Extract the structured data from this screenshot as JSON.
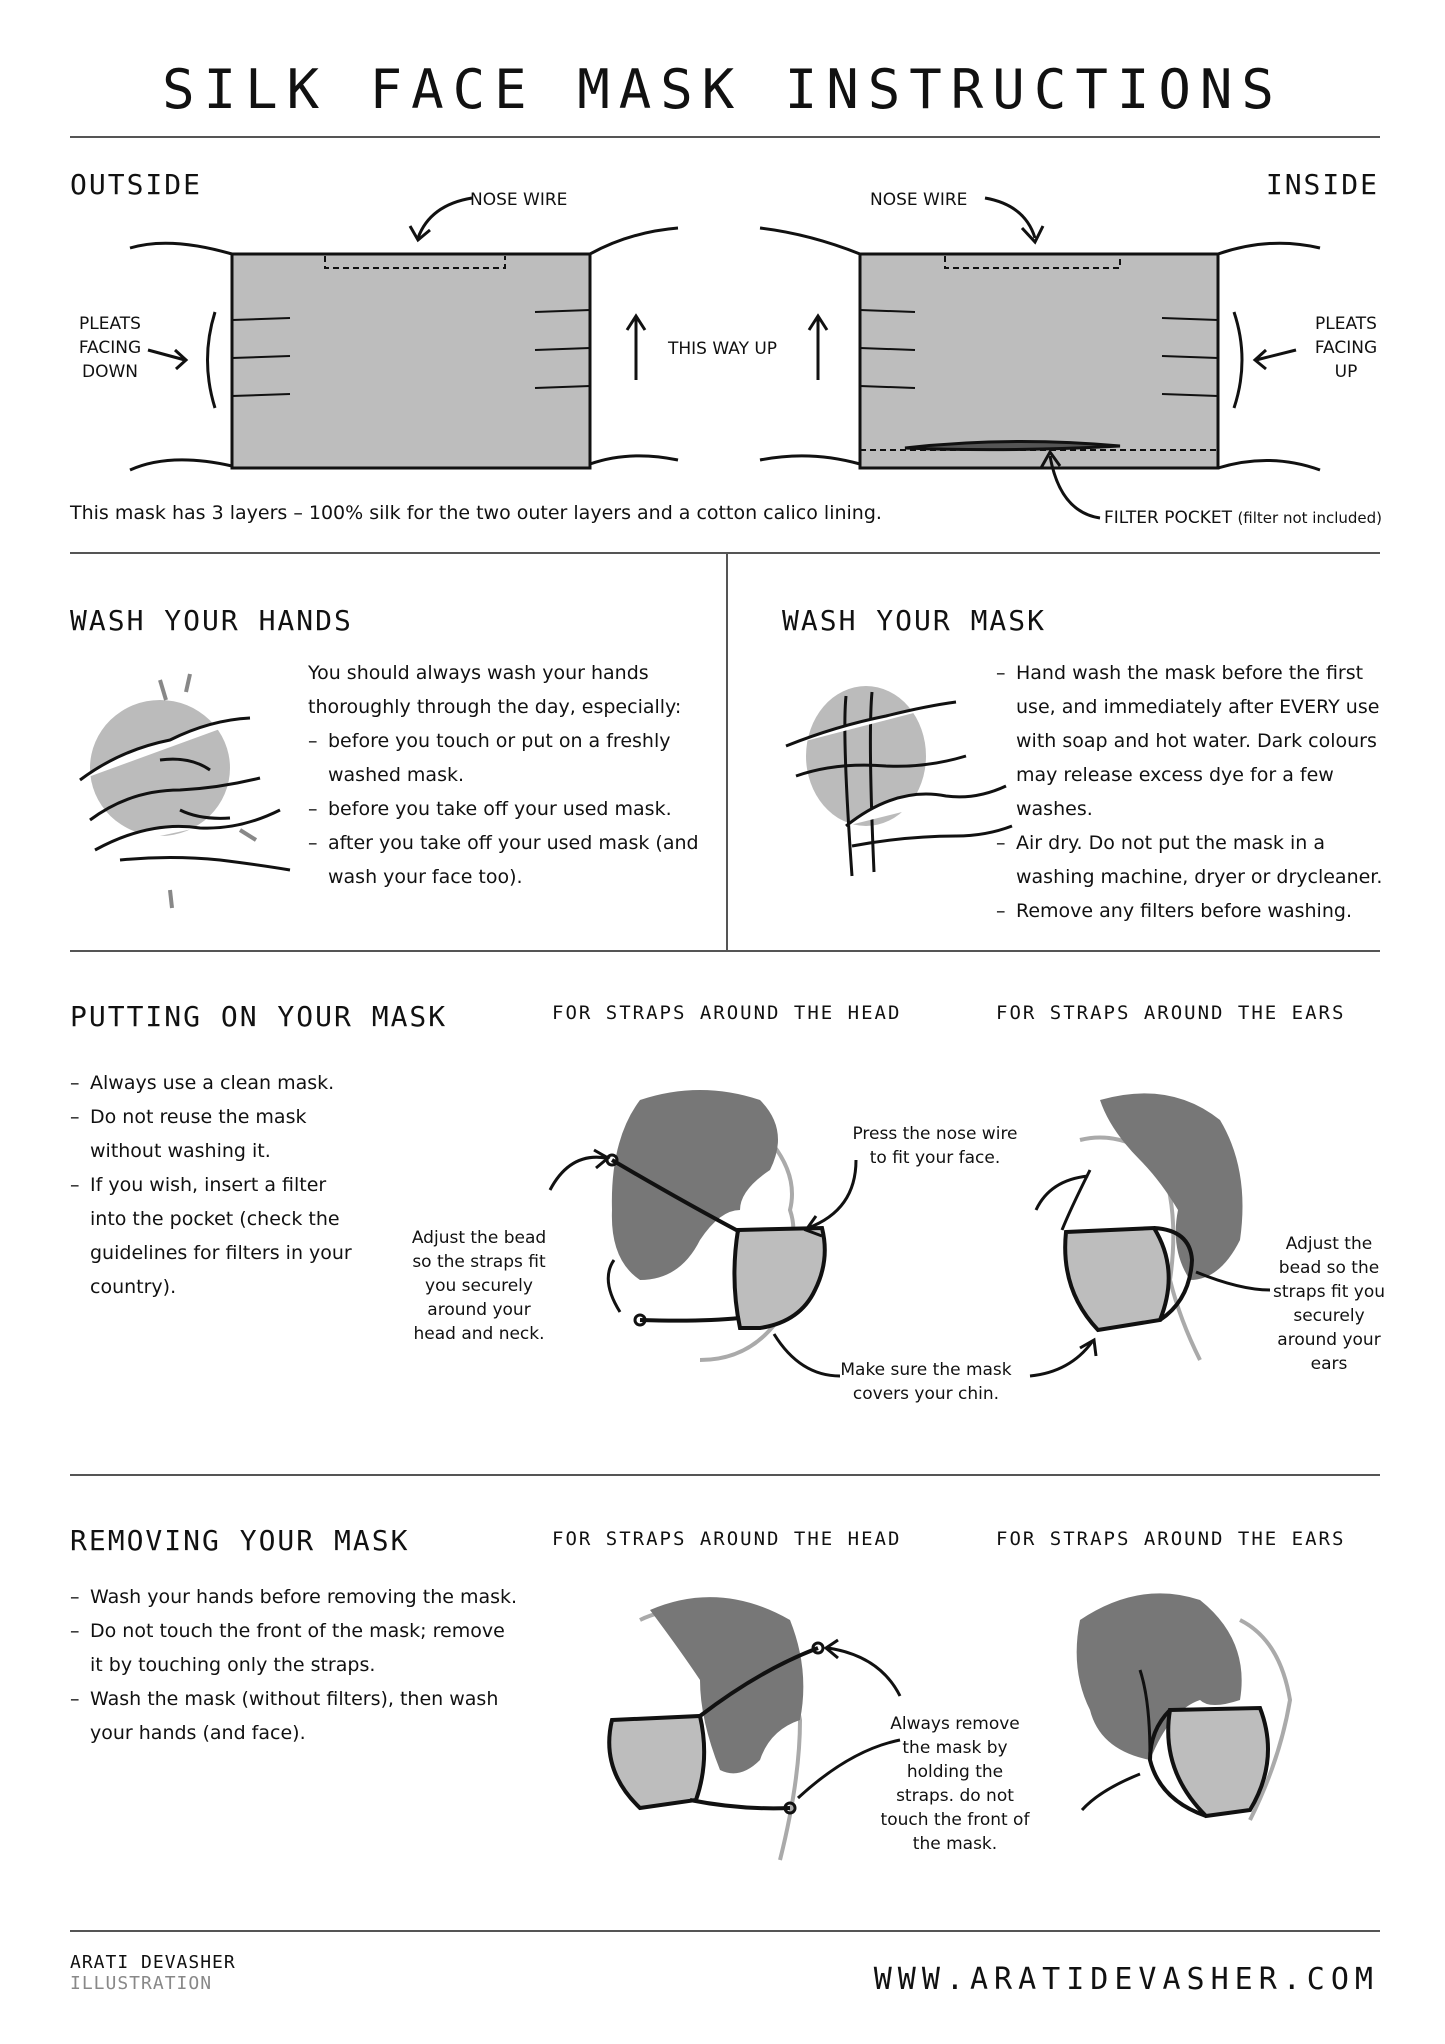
{
  "title": "Silk Face Mask Instructions",
  "diagram": {
    "outside_label": "Outside",
    "inside_label": "Inside",
    "nose_wire_left": "NOSE WIRE",
    "nose_wire_right": "NOSE WIRE",
    "pleats_down": [
      "PLEATS",
      "FACING",
      "DOWN"
    ],
    "pleats_up": [
      "PLEATS",
      "FACING",
      "UP"
    ],
    "this_way_up": "THIS WAY UP",
    "layers_note": "This mask has 3 layers – 100% silk for the two outer layers and a cotton calico lining.",
    "filter_pocket": "FILTER POCKET",
    "filter_note": "(filter not included)"
  },
  "wash_hands": {
    "heading": "Wash your hands",
    "intro": [
      "You should always wash your hands",
      "thoroughly through the day, especially:"
    ],
    "items": [
      "before you touch or put on a freshly washed mask.",
      "before you take off your used mask.",
      "after you take off your used mask (and wash your face too)."
    ]
  },
  "wash_mask": {
    "heading": "Wash your mask",
    "items": [
      "Hand wash the mask before the first use, and immediately after EVERY use with soap and hot water.  Dark colours may release excess dye for a few washes.",
      "Air dry. Do not put the mask in a washing machine, dryer or drycleaner.",
      "Remove any filters before washing."
    ]
  },
  "putting_on": {
    "heading": "Putting on your mask",
    "head_label": "For straps around the head",
    "ears_label": "For straps around the ears",
    "items": [
      "Always use a clean mask.",
      "Do not reuse the mask without washing it.",
      "If you wish, insert a filter into the pocket (check the guidelines for filters in your country)."
    ],
    "note_bead_head": "Adjust the bead so the straps fit you securely around your head and neck.",
    "note_nose_wire": "Press the nose wire to fit your face.",
    "note_chin": "Make sure the mask covers your chin.",
    "note_bead_ears": "Adjust the bead so the straps fit you securely around your ears"
  },
  "removing": {
    "heading": "Removing your mask",
    "head_label": "For straps around the head",
    "ears_label": "For straps around the ears",
    "items": [
      "Wash your hands before removing the mask.",
      "Do not touch the front of the mask; remove it by touching only the straps.",
      "Wash the mask (without filters), then wash your hands (and face)."
    ],
    "note_remove": "Always remove the mask by holding the straps. do not touch the front of the mask."
  },
  "footer": {
    "brand_line1": "Arati Devasher",
    "brand_line2": "Illustration",
    "website": "www.aratidevasher.com"
  }
}
